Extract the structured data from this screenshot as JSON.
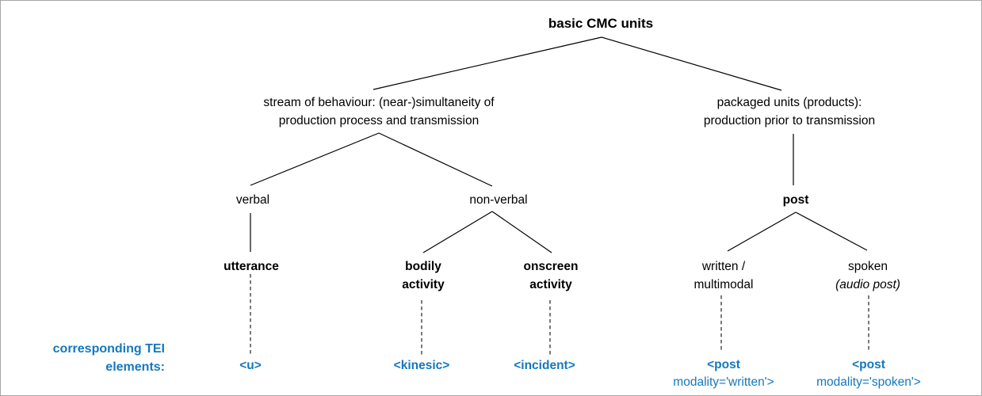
{
  "diagram": {
    "title": "basic CMC units",
    "caption": {
      "line1": "corresponding TEI",
      "line2": "elements:"
    },
    "colors": {
      "accent_blue": "#1478be",
      "text": "#000000",
      "border_gray": "#a6a6a6"
    },
    "nodes": {
      "stream": {
        "line1": "stream of behaviour: (near-)simultaneity of",
        "line2": "production process and transmission"
      },
      "packaged": {
        "line1": "packaged units (products):",
        "line2": "production prior to transmission"
      },
      "verbal": "verbal",
      "nonverbal": "non-verbal",
      "post": "post",
      "utterance": "utterance",
      "bodily": {
        "line1": "bodily",
        "line2": "activity"
      },
      "onscreen": {
        "line1": "onscreen",
        "line2": "activity"
      },
      "written": {
        "line1": "written /",
        "line2": "multimodal"
      },
      "spoken": {
        "line1": "spoken",
        "line2": "(audio post)"
      }
    },
    "tei": {
      "u": "<u>",
      "kinesic": "<kinesic>",
      "incident": "<incident>",
      "post_written": {
        "line1": "<post",
        "line2": "modality='written'>"
      },
      "post_spoken": {
        "line1": "<post",
        "line2": "modality='spoken'>"
      }
    }
  }
}
